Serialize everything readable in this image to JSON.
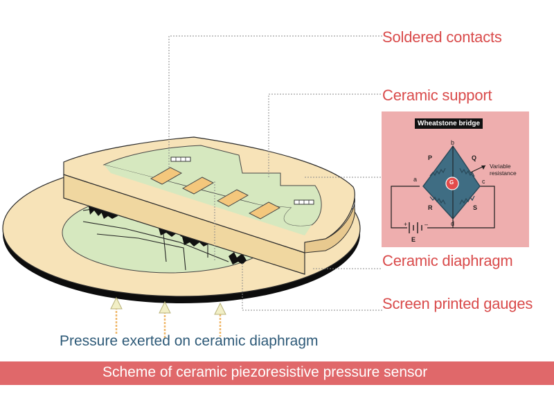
{
  "callouts": {
    "soldered_contacts": "Soldered contacts",
    "ceramic_support": "Ceramic support",
    "ceramic_diaphragm": "Ceramic diaphragm",
    "screen_printed_gauges": "Screen printed gauges"
  },
  "pressure_label": "Pressure exerted on ceramic diaphragm",
  "banner": "Scheme of ceramic piezoresistive pressure sensor",
  "wheatstone": {
    "title": "Wheatstone bridge",
    "nodes": {
      "a": "a",
      "b": "b",
      "c": "c",
      "d": "d"
    },
    "resistors": {
      "P": "P",
      "Q": "Q",
      "R": "R",
      "S": "S"
    },
    "galvanometer": "G",
    "battery": "E",
    "variable_resistance": [
      "Variable",
      "resistance"
    ]
  },
  "colors": {
    "callout_text": "#d94a4a",
    "pressure_text": "#2e5a78",
    "banner_bg": "#e0686a",
    "ceramic": "#f7e3b8",
    "substrate_green": "#d6e8bf",
    "pad_orange": "#f4c77c",
    "inset_bg": "#eeaeae",
    "bridge_fill": "#3f6d83"
  }
}
